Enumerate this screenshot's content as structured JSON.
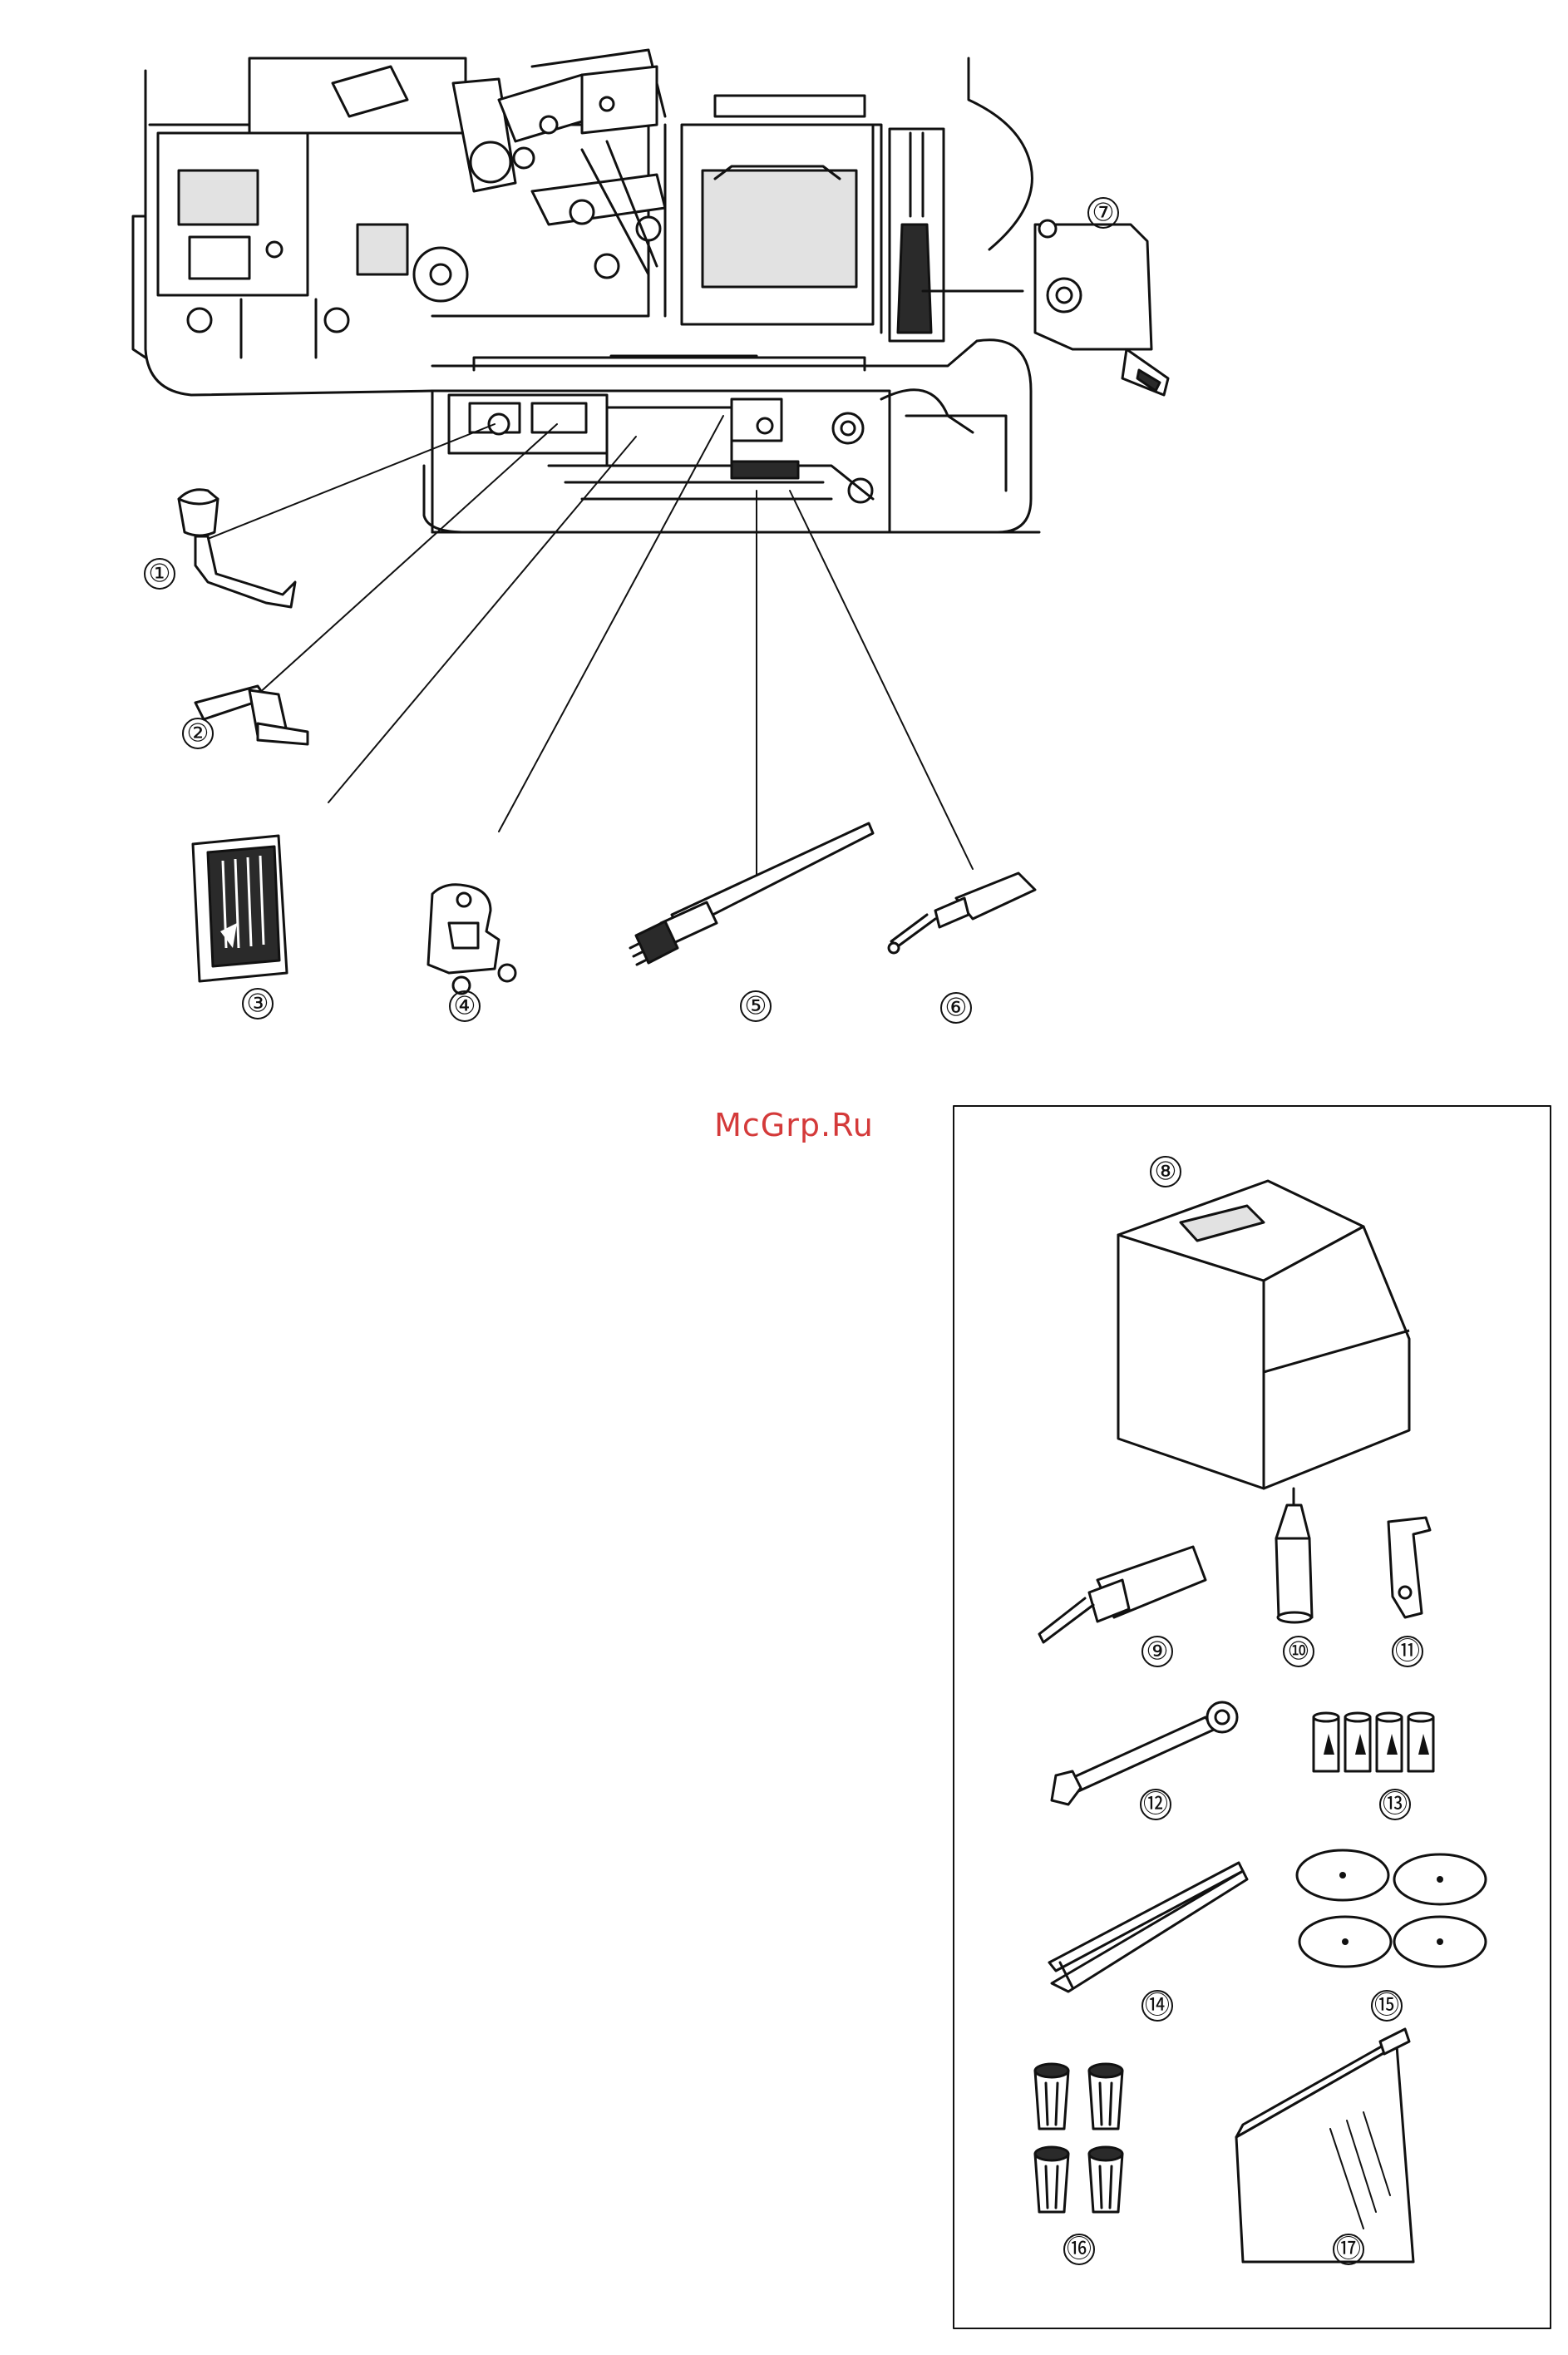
{
  "watermark": "McGrp.Ru",
  "callouts": {
    "c1": "①",
    "c2": "②",
    "c3": "③",
    "c4": "④",
    "c5": "⑤",
    "c6": "⑥",
    "c7": "⑦",
    "c8": "⑧",
    "c9": "⑨",
    "c10": "⑩",
    "c11": "⑪",
    "c12": "⑫",
    "c13": "⑬",
    "c14": "⑭",
    "c15": "⑮",
    "c16": "⑯",
    "c17": "⑰"
  },
  "colors": {
    "line": "#111111",
    "watermark": "#d43a3a",
    "background": "#ffffff"
  }
}
